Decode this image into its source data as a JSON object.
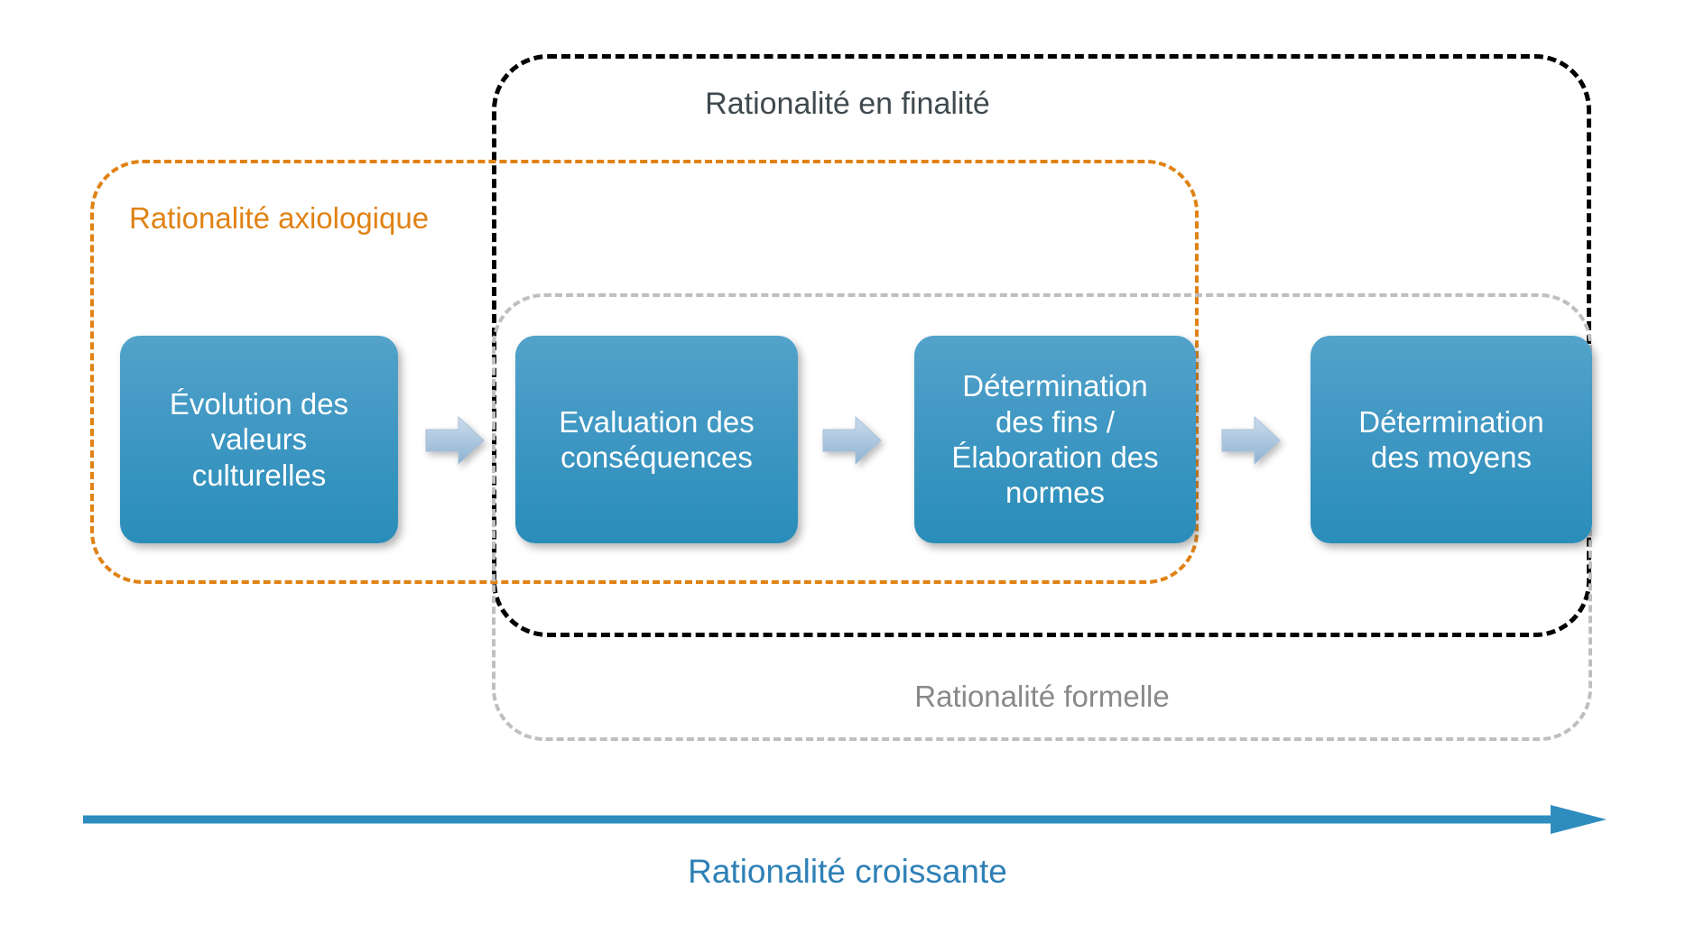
{
  "diagram": {
    "title_visible": false,
    "groups": [
      {
        "id": "rationalite-en-finalite",
        "label": "Rationalité en finalité",
        "color": "#3F4A4F",
        "border_color": "#000000",
        "style": "dashed"
      },
      {
        "id": "rationalite-axiologique",
        "label": "Rationalité axiologique",
        "color": "#E08214",
        "border_color": "#E08214",
        "style": "dashed"
      },
      {
        "id": "rationalite-formelle",
        "label": "Rationalité formelle",
        "color": "#898989",
        "border_color": "#BFBFBF",
        "style": "dashed"
      }
    ],
    "steps": [
      {
        "id": "step-1",
        "lines": [
          "Évolution des",
          "valeurs",
          "culturelles"
        ]
      },
      {
        "id": "step-2",
        "lines": [
          "Evaluation des",
          "conséquences"
        ]
      },
      {
        "id": "step-3",
        "lines": [
          "Détermination",
          "des fins /",
          "Élaboration des",
          "normes"
        ]
      },
      {
        "id": "step-4",
        "lines": [
          "Détermination",
          "des moyens"
        ]
      }
    ],
    "connectors": [
      {
        "id": "arrow-1-2",
        "icon": "right-arrow-icon"
      },
      {
        "id": "arrow-2-3",
        "icon": "right-arrow-icon"
      },
      {
        "id": "arrow-3-4",
        "icon": "right-arrow-icon"
      }
    ],
    "axis": {
      "caption": "Rationalité croissante",
      "color": "#2E80B6",
      "direction": "left-to-right",
      "icon": "right-arrow-icon"
    },
    "colors": {
      "box_fill_top": "#53A3CB",
      "box_fill_bottom": "#2A8DB9",
      "box_text": "#FFFFFF",
      "connector_fill_top": "#C6D9EA",
      "connector_fill_bottom": "#8FB4D2",
      "accent_blue": "#2E80B6",
      "accent_orange": "#E08214",
      "accent_gray": "#BFBFBF",
      "background": "#FFFFFF"
    }
  }
}
